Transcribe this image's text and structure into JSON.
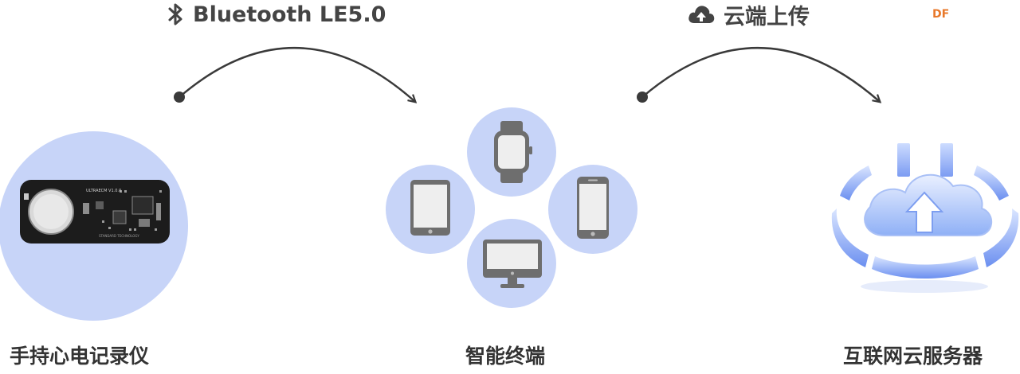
{
  "connections": [
    {
      "label": "Bluetooth LE5.0",
      "icon": "bluetooth-icon"
    },
    {
      "label": "云端上传",
      "icon": "cloud-upload-icon"
    }
  ],
  "nodes": [
    {
      "label": "手持心电记录仪"
    },
    {
      "label": "智能终端"
    },
    {
      "label": "互联网云服务器"
    }
  ],
  "device_board": {
    "model_text": "ULTRAECM V1.0.0",
    "bottom_text": "STANDARD TECHNOLOGY"
  },
  "watermark": "DF",
  "colors": {
    "node_bg": "#c7d4f8",
    "arrow": "#3a3a3a",
    "cloud_blue": "#7b9ff0",
    "device_gray": "#6e6e6e"
  }
}
